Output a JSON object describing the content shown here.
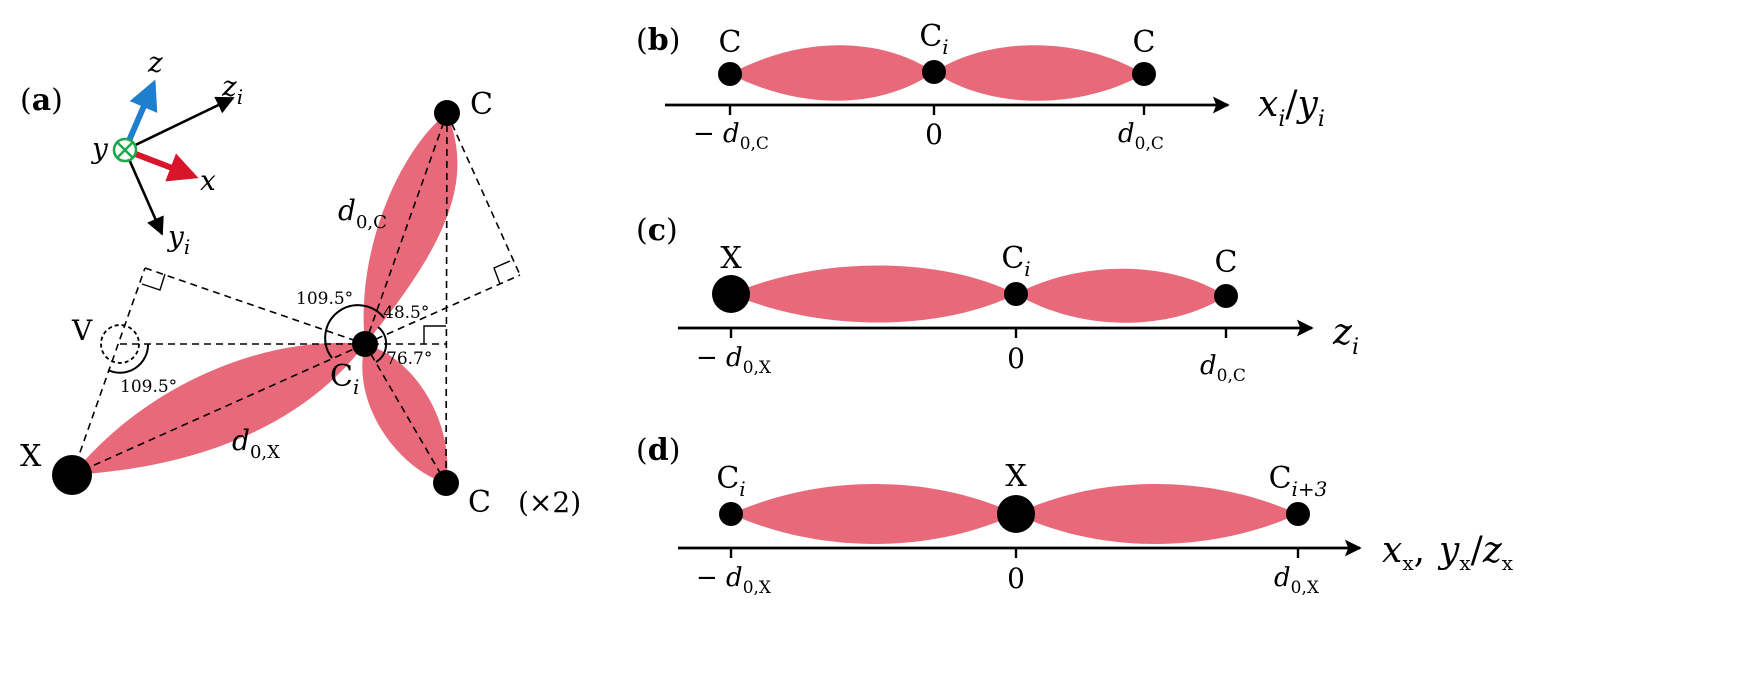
{
  "colors": {
    "lobe": "#e8697a",
    "axis_z": "#1f7fcf",
    "axis_x": "#d8152a",
    "axis_y_marker": "#1aa84a",
    "atom": "#000000"
  },
  "panel_a": {
    "label": "a",
    "axes": {
      "z": "z",
      "zi_base": "z",
      "zi_sub": "i",
      "y": "y",
      "x": "x",
      "yi_base": "y",
      "yi_sub": "i"
    },
    "atoms": {
      "C_top": "C",
      "C_bottom": "C",
      "multiplicity": "(×2)",
      "center_base": "C",
      "center_sub": "i",
      "X": "X",
      "V": "V"
    },
    "bonds": {
      "dC_base": "d",
      "dC_sub": "0,C",
      "dX_base": "d",
      "dX_sub": "0,X"
    },
    "angles": {
      "upper_left": "109.5°",
      "upper_right": "48.5°",
      "lower_right": "76.7°",
      "vacancy": "109.5°"
    }
  },
  "panel_b": {
    "label": "b",
    "atoms": {
      "left": "C",
      "mid_base": "C",
      "mid_sub": "i",
      "right": "C"
    },
    "axis_base1": "x",
    "axis_sub1": "i",
    "axis_sep": "/",
    "axis_base2": "y",
    "axis_sub2": "i",
    "ticks": {
      "left_base": "− d",
      "left_sub": "0,C",
      "mid": "0",
      "right_base": "d",
      "right_sub": "0,C"
    }
  },
  "panel_c": {
    "label": "c",
    "atoms": {
      "left": "X",
      "mid_base": "C",
      "mid_sub": "i",
      "right": "C"
    },
    "axis_base": "z",
    "axis_sub": "i",
    "ticks": {
      "left_base": "− d",
      "left_sub": "0,X",
      "mid": "0",
      "right_base": "d",
      "right_sub": "0,C"
    }
  },
  "panel_d": {
    "label": "d",
    "atoms": {
      "left_base": "C",
      "left_sub": "i",
      "mid": "X",
      "right_base": "C",
      "right_sub": "i+3"
    },
    "axis_b1": "x",
    "axis_s1": "x",
    "axis_sep": ",",
    "axis_b2": "y",
    "axis_s2": "x",
    "axis_slash": "/",
    "axis_b3": "z",
    "axis_s3": "x",
    "ticks": {
      "left_base": "− d",
      "left_sub": "0,X",
      "mid": "0",
      "right_base": "d",
      "right_sub": "0,X"
    }
  }
}
